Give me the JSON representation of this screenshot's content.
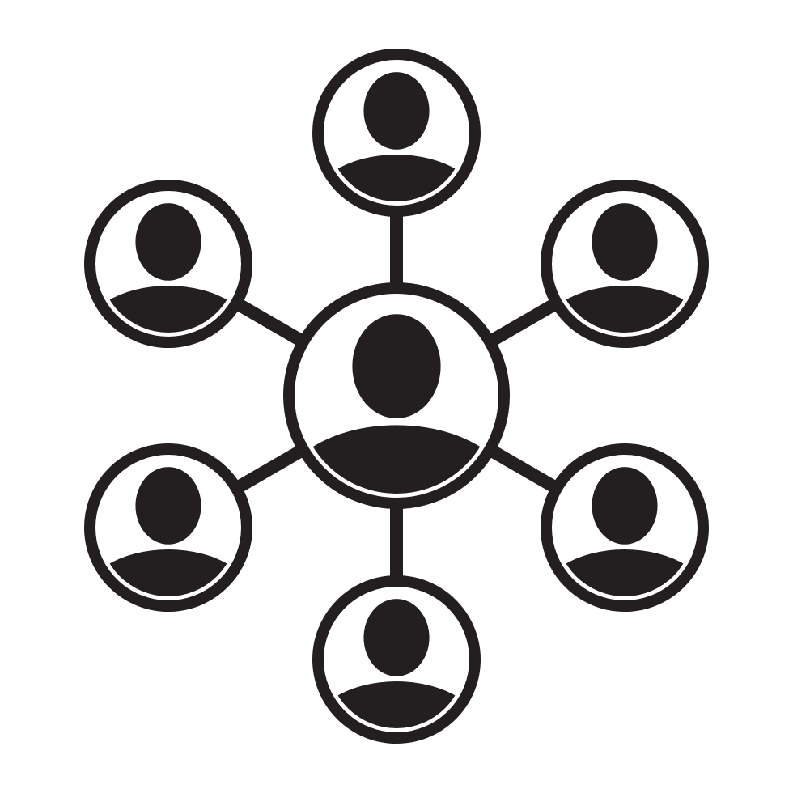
{
  "icon": {
    "name": "network-people-icon",
    "colors": {
      "ink": "#231f20",
      "background": "#ffffff"
    },
    "center_node": {
      "icon": "user-icon"
    },
    "peer_nodes": [
      {
        "icon": "user-icon",
        "position": "top"
      },
      {
        "icon": "user-icon",
        "position": "upper-right"
      },
      {
        "icon": "user-icon",
        "position": "lower-right"
      },
      {
        "icon": "user-icon",
        "position": "bottom"
      },
      {
        "icon": "user-icon",
        "position": "lower-left"
      },
      {
        "icon": "user-icon",
        "position": "upper-left"
      }
    ]
  }
}
